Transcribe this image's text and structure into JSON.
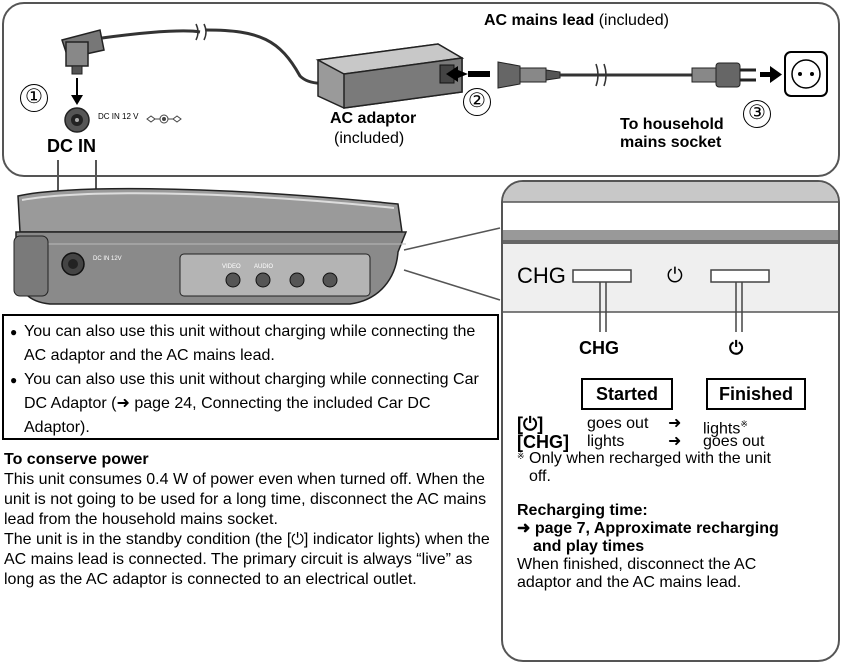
{
  "top": {
    "num1": "①",
    "num2": "②",
    "num3": "③",
    "dc_in_small": "DC IN 12 V",
    "dc_in": "DC IN",
    "ac_mains_lead": "AC mains lead",
    "ac_mains_lead_note": "(included)",
    "ac_adaptor": "AC adaptor",
    "ac_adaptor_note": "(included)",
    "household_line1": "To household",
    "household_line2": "mains socket"
  },
  "device": {
    "dc_label": "DC IN 12V",
    "video": "VIDEO",
    "audio": "AUDIO"
  },
  "notes": [
    "You can also use this unit without charging while connecting the AC adaptor and the AC mains lead.",
    "You can also use this unit without charging while connecting Car DC Adaptor (➜ page 24, Connecting the included Car DC Adaptor)."
  ],
  "conserve": {
    "heading": "To conserve power",
    "para1": "This unit consumes 0.4 W of power even when turned off. When the unit is not going to be used for a long time, disconnect the AC mains lead from the household mains socket.",
    "para2": "The unit is in the standby condition (the [⏻] indicator lights) when the AC mains lead is connected. The primary circuit is always “live” as long as the AC adaptor is connected to an electrical outlet."
  },
  "panel": {
    "chg_small": "CHG",
    "chg_label": "CHG",
    "power_symbol": "⏻",
    "started": "Started",
    "finished": "Finished",
    "row1_key": "[⏻]",
    "row1_start": "goes out",
    "row1_arrow": "➜",
    "row1_end": "lights",
    "asterisk": "※",
    "row2_key": "[CHG]",
    "row2_start": "lights",
    "row2_arrow": "➜",
    "row2_end": "goes out",
    "footnote_line1": "Only when recharged with the unit",
    "footnote_line2": "off.",
    "recharge_heading": "Recharging time:",
    "recharge_ref_line1": "➜ page 7, Approximate recharging",
    "recharge_ref_line2": "and play times",
    "finish_line1": "When finished, disconnect the AC",
    "finish_line2": "adaptor and the AC mains lead."
  }
}
